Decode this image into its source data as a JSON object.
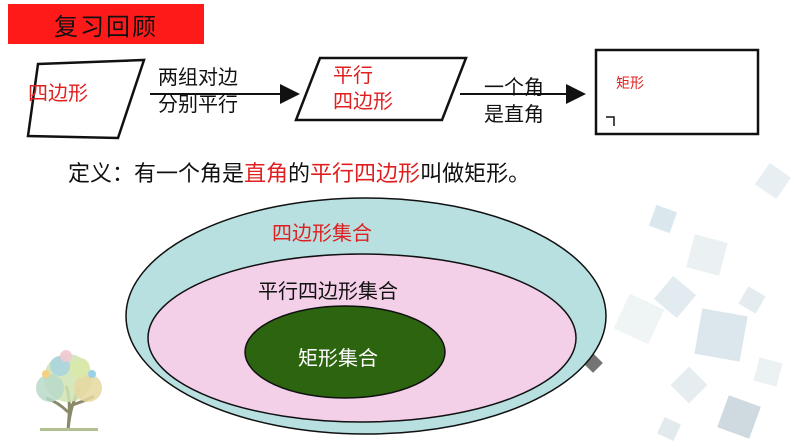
{
  "title": "复习回顾",
  "flow": {
    "quad_label": "四边形",
    "condition1": [
      "两组对边",
      "分别平行"
    ],
    "parallelogram_label": [
      "平行",
      "四边形"
    ],
    "condition2": [
      "一个角",
      "是直角"
    ],
    "rect_label": "矩形"
  },
  "definition": {
    "prefix": "定义：有一个角是",
    "hl1": "直角",
    "mid": "的",
    "hl2": "平行四边形",
    "suffix": "叫做矩形。"
  },
  "sets": {
    "outer": "四边形集合",
    "middle": "平行四边形集合",
    "inner": "矩形集合"
  },
  "colors": {
    "title_bg": "#ff1a1a",
    "highlight": "#e02020",
    "outer_fill": "#b9e0e0",
    "middle_fill": "#f4cfe8",
    "inner_fill": "#2d6410"
  }
}
